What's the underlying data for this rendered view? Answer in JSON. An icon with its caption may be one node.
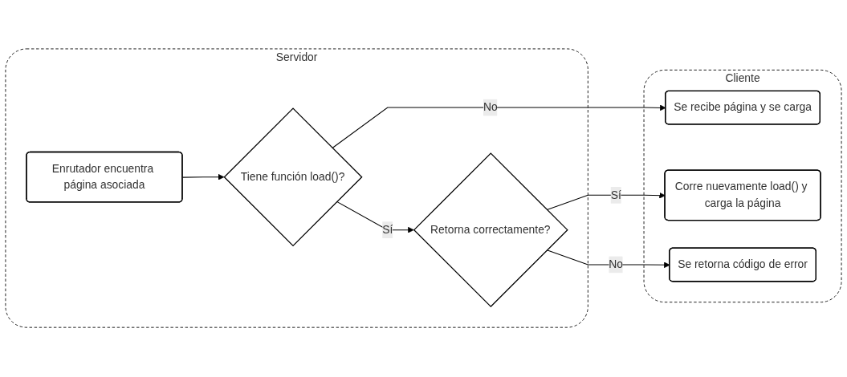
{
  "diagram": {
    "nodes": [
      {
        "text": [
          "Servidor"
        ]
      },
      {
        "text": [
          "Cliente"
        ]
      },
      {
        "text": [
          "Enrutador encuentra página asociada"
        ],
        "in": 0
      },
      {
        "text": [
          "Tiene función load()?"
        ],
        "in": 0
      },
      {
        "text": [
          "Retorna correctamente?"
        ],
        "in": 0
      },
      {
        "text": [
          "Se recibe página y se carga"
        ],
        "in": 1
      },
      {
        "text": [
          "Corre nuevamente load() y carga la página"
        ],
        "in": 1
      },
      {
        "text": [
          "Se retorna código de error"
        ],
        "in": 1
      }
    ],
    "edges": [
      {
        "from": 2,
        "to": 3,
        "arrow": "to"
      },
      {
        "from": 3,
        "to": 4,
        "arrow": "to",
        "label": "Sí"
      },
      {
        "from": 3,
        "to": 5,
        "arrow": "to",
        "label": "No"
      },
      {
        "from": 4,
        "to": 6,
        "arrow": "to",
        "label": "Sí"
      },
      {
        "from": 4,
        "to": 7,
        "arrow": "to",
        "label": "No"
      }
    ]
  }
}
